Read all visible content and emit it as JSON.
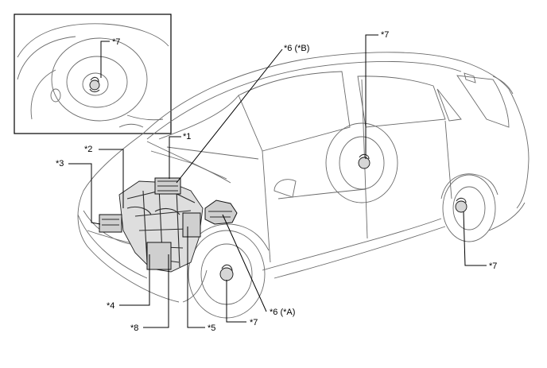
{
  "callouts": {
    "c1": "*1",
    "c2": "*2",
    "c3": "*3",
    "c4": "*4",
    "c5": "*5",
    "c6a": "*6 (*A)",
    "c6b": "*6 (*B)",
    "c7": "*7",
    "c8": "*8"
  },
  "colors": {
    "outline": "#6b6b6b",
    "leader": "#000000",
    "component_fill": "#cfcfcf"
  },
  "icons": {
    "wheel_speed_sensor": "wheel-speed-sensor-icon",
    "component": "component-block-icon"
  }
}
